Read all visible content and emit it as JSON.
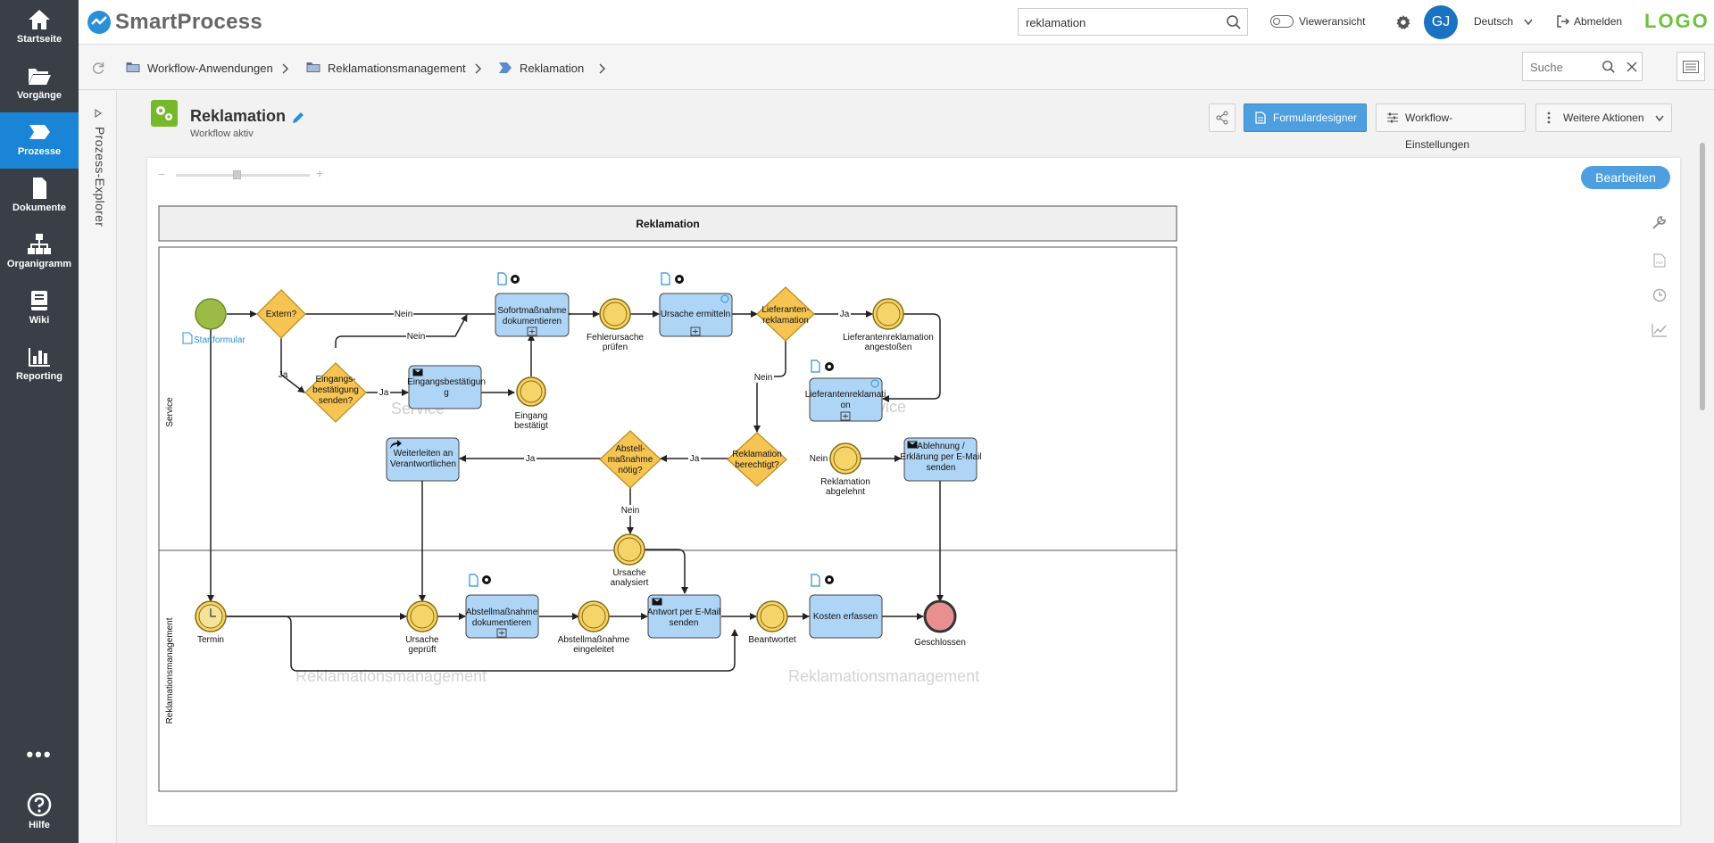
{
  "brand": {
    "name": "SmartProcess",
    "logo_text": "LOGO"
  },
  "sidebar": {
    "items": [
      {
        "label": "Startseite"
      },
      {
        "label": "Vorgänge"
      },
      {
        "label": "Prozesse"
      },
      {
        "label": "Dokumente"
      },
      {
        "label": "Organigramm"
      },
      {
        "label": "Wiki"
      },
      {
        "label": "Reporting"
      },
      {
        "label": "Hilfe"
      }
    ]
  },
  "header": {
    "search_value": "reklamation",
    "viewer_label": "Vieweransicht",
    "avatar_initials": "GJ",
    "language": "Deutsch",
    "logout_label": "Abmelden"
  },
  "breadcrumb": {
    "items": [
      "Workflow-Anwendungen",
      "Reklamationsmanagement",
      "Reklamation"
    ],
    "search_placeholder": "Suche"
  },
  "explorer": {
    "label": "Prozess-Explorer"
  },
  "process": {
    "title": "Reklamation",
    "status": "Workflow aktiv"
  },
  "toolbar": {
    "form_designer": "Formulardesigner",
    "workflow_settings": "Workflow-Einstellungen",
    "more_actions": "Weitere Aktionen",
    "edit": "Bearbeiten"
  },
  "diagram": {
    "pool_title": "Reklamation",
    "lane_service": "Service",
    "lane_mgmt": "Reklamationsmanagement",
    "start_form": "Startformular",
    "gw_extern": "Extern?",
    "gw_eingang_1": "Eingangs-",
    "gw_eingang_2": "bestätigung",
    "gw_eingang_3": "senden?",
    "task_eingang_1": "Eingangsbestätigun",
    "task_eingang_2": "g",
    "ev_eingang_1": "Eingang",
    "ev_eingang_2": "bestätigt",
    "task_sofort_1": "Sofortmaßnahme",
    "task_sofort_2": "dokumentieren",
    "ev_fehler_1": "Fehlerursache",
    "ev_fehler_2": "prüfen",
    "task_ursache": "Ursache ermitteln",
    "gw_lief_1": "Lieferanten-",
    "gw_lief_2": "reklamation",
    "ev_lief_1": "Lieferantenreklamation",
    "ev_lief_2": "angestoßen",
    "task_lief_1": "Lieferantenreklamati",
    "task_lief_2": "on",
    "gw_berecht_1": "Reklamation",
    "gw_berecht_2": "berechtigt?",
    "ev_abgelehnt_1": "Reklamation",
    "ev_abgelehnt_2": "abgelehnt",
    "task_ablehnung_1": "Ablehnung /",
    "task_ablehnung_2": "Erklärung per E-Mail",
    "task_ablehnung_3": "senden",
    "gw_abstell_1": "Abstell-",
    "gw_abstell_2": "maßnahme",
    "gw_abstell_3": "nötig?",
    "task_weiter_1": "Weiterleiten an",
    "task_weiter_2": "Verantwortlichen",
    "ev_analysiert_1": "Ursache",
    "ev_analysiert_2": "analysiert",
    "ev_termin": "Termin",
    "ev_geprueft_1": "Ursache",
    "ev_geprueft_2": "geprüft",
    "task_abstell_1": "Abstellmaßnahme",
    "task_abstell_2": "dokumentieren",
    "ev_eingeleitet_1": "Abstellmaßnahme",
    "ev_eingeleitet_2": "eingeleitet",
    "task_antwort_1": "Antwort per E-Mail",
    "task_antwort_2": "senden",
    "ev_beantwortet": "Beantwortet",
    "task_kosten": "Kosten erfassen",
    "ev_geschlossen": "Geschlossen",
    "lbl_nein": "Nein",
    "lbl_ja": "Ja",
    "watermark_service": "Service",
    "watermark_mgmt": "Reklamationsmanagement"
  }
}
